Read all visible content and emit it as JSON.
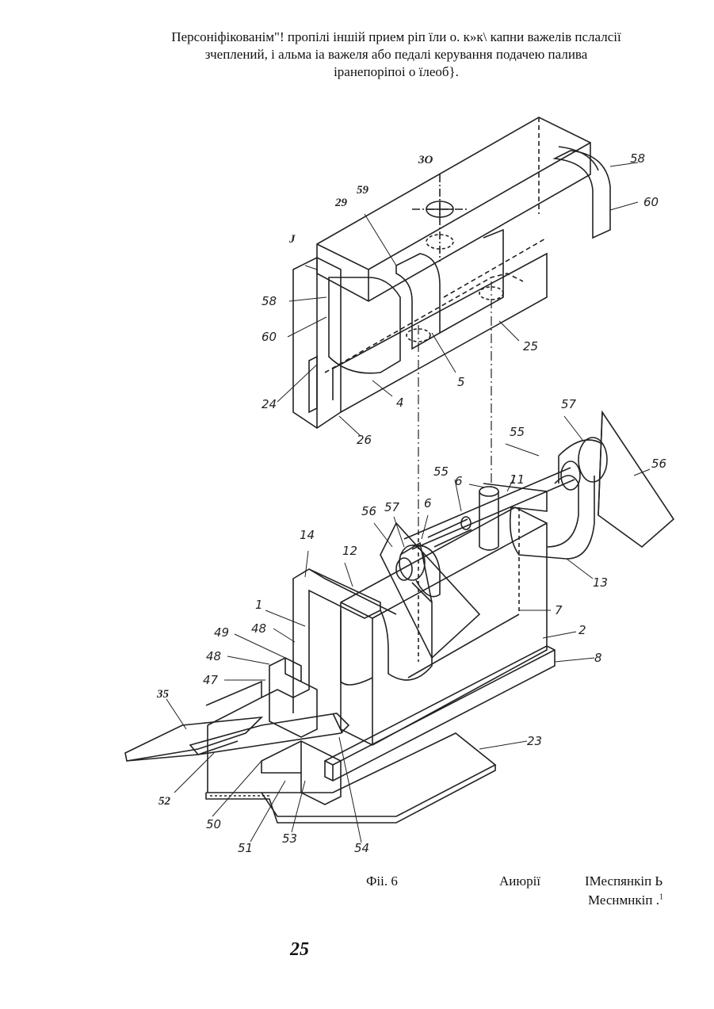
{
  "caption": {
    "line1": "Персоніфікованім\"! пропілі іншій прием ріп їли о. к»к\\ капни важелів пслалсії",
    "line2": "зчеплений, і альма іа важеля або педалі керування подачею палива",
    "line3": "іранепоріпоі о їлеоб}."
  },
  "drawing": {
    "labels": {
      "l30": "3O",
      "l59": "59",
      "l29": "29",
      "lJ": "J",
      "l58a": "58",
      "l58b": "58",
      "l60a": "60",
      "l60b": "60",
      "l24": "24",
      "l26": "26",
      "l4": "4",
      "l5": "5",
      "l25": "25",
      "l57a": "57",
      "l57b": "57",
      "l55a": "55",
      "l55b": "55",
      "l56a": "56",
      "l56b": "56",
      "l6a": "6",
      "l6b": "6",
      "l11": "11",
      "l14": "14",
      "l12": "12",
      "l13": "13",
      "l7": "7",
      "l1": "1",
      "l2": "2",
      "l8": "8",
      "l49": "49",
      "l48a": "48",
      "l48b": "48",
      "l47": "47",
      "l35": "35",
      "l23": "23",
      "l52": "52",
      "l50": "50",
      "l51": "51",
      "l53": "53",
      "l54": "54"
    }
  },
  "footer": {
    "fig_label": "Фіі. 6",
    "authors_word": "Аиюрії",
    "author_1": "IМеспянкіп Ь",
    "author_2": "Меснмнкіп .",
    "author_2_sup": "1",
    "page_number": "25"
  }
}
